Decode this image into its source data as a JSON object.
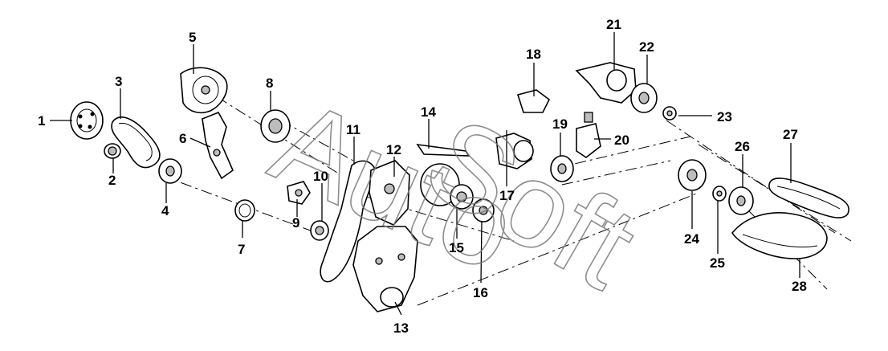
{
  "watermark": {
    "word1": "Auto",
    "word2": "Soft"
  },
  "labels": [
    {
      "id": "1",
      "text": "1"
    },
    {
      "id": "2",
      "text": "2"
    },
    {
      "id": "3",
      "text": "3"
    },
    {
      "id": "4",
      "text": "4"
    },
    {
      "id": "5",
      "text": "5"
    },
    {
      "id": "6",
      "text": "6"
    },
    {
      "id": "7",
      "text": "7"
    },
    {
      "id": "8",
      "text": "8"
    },
    {
      "id": "9",
      "text": "9"
    },
    {
      "id": "10",
      "text": "10"
    },
    {
      "id": "11",
      "text": "11"
    },
    {
      "id": "12",
      "text": "12"
    },
    {
      "id": "13",
      "text": "13"
    },
    {
      "id": "14",
      "text": "14"
    },
    {
      "id": "15",
      "text": "15"
    },
    {
      "id": "16",
      "text": "16"
    },
    {
      "id": "17",
      "text": "17"
    },
    {
      "id": "18",
      "text": "18"
    },
    {
      "id": "19",
      "text": "19"
    },
    {
      "id": "20",
      "text": "20"
    },
    {
      "id": "21",
      "text": "21"
    },
    {
      "id": "22",
      "text": "22"
    },
    {
      "id": "23",
      "text": "23"
    },
    {
      "id": "24",
      "text": "24"
    },
    {
      "id": "25",
      "text": "25"
    },
    {
      "id": "26",
      "text": "26"
    },
    {
      "id": "27",
      "text": "27"
    },
    {
      "id": "28",
      "text": "28"
    }
  ]
}
